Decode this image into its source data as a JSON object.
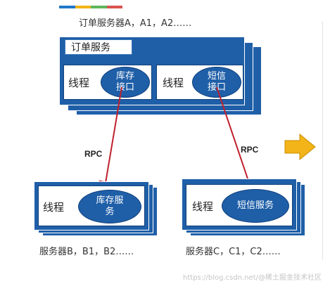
{
  "top_caption": "订单服务器A，A1，A2……",
  "order_service": {
    "title": "订单服务",
    "left_thread": "线程",
    "left_interface_line1": "库存",
    "left_interface_line2": "接口",
    "right_thread": "线程",
    "right_interface_line1": "短信",
    "right_interface_line2": "接口"
  },
  "rpc_left": "RPC",
  "rpc_right": "RPC",
  "inventory_server": {
    "thread": "线程",
    "service_line1": "库存服",
    "service_line2": "务",
    "caption": "服务器B，B1，B2……"
  },
  "sms_server": {
    "thread": "线程",
    "service_line1": "短信服务",
    "service_line2": "",
    "caption": "服务器C，C1，C2……"
  },
  "watermark": "https://blog.csdn.net/@稀土掘金技术社区",
  "colors": {
    "brand_blue": "#1f5fa8",
    "arrow_red": "#c0202e",
    "next_arrow": "#f2b418",
    "colorbar": [
      "#1f78c8",
      "#f2b418",
      "#5fb65c",
      "#d9534f"
    ]
  }
}
